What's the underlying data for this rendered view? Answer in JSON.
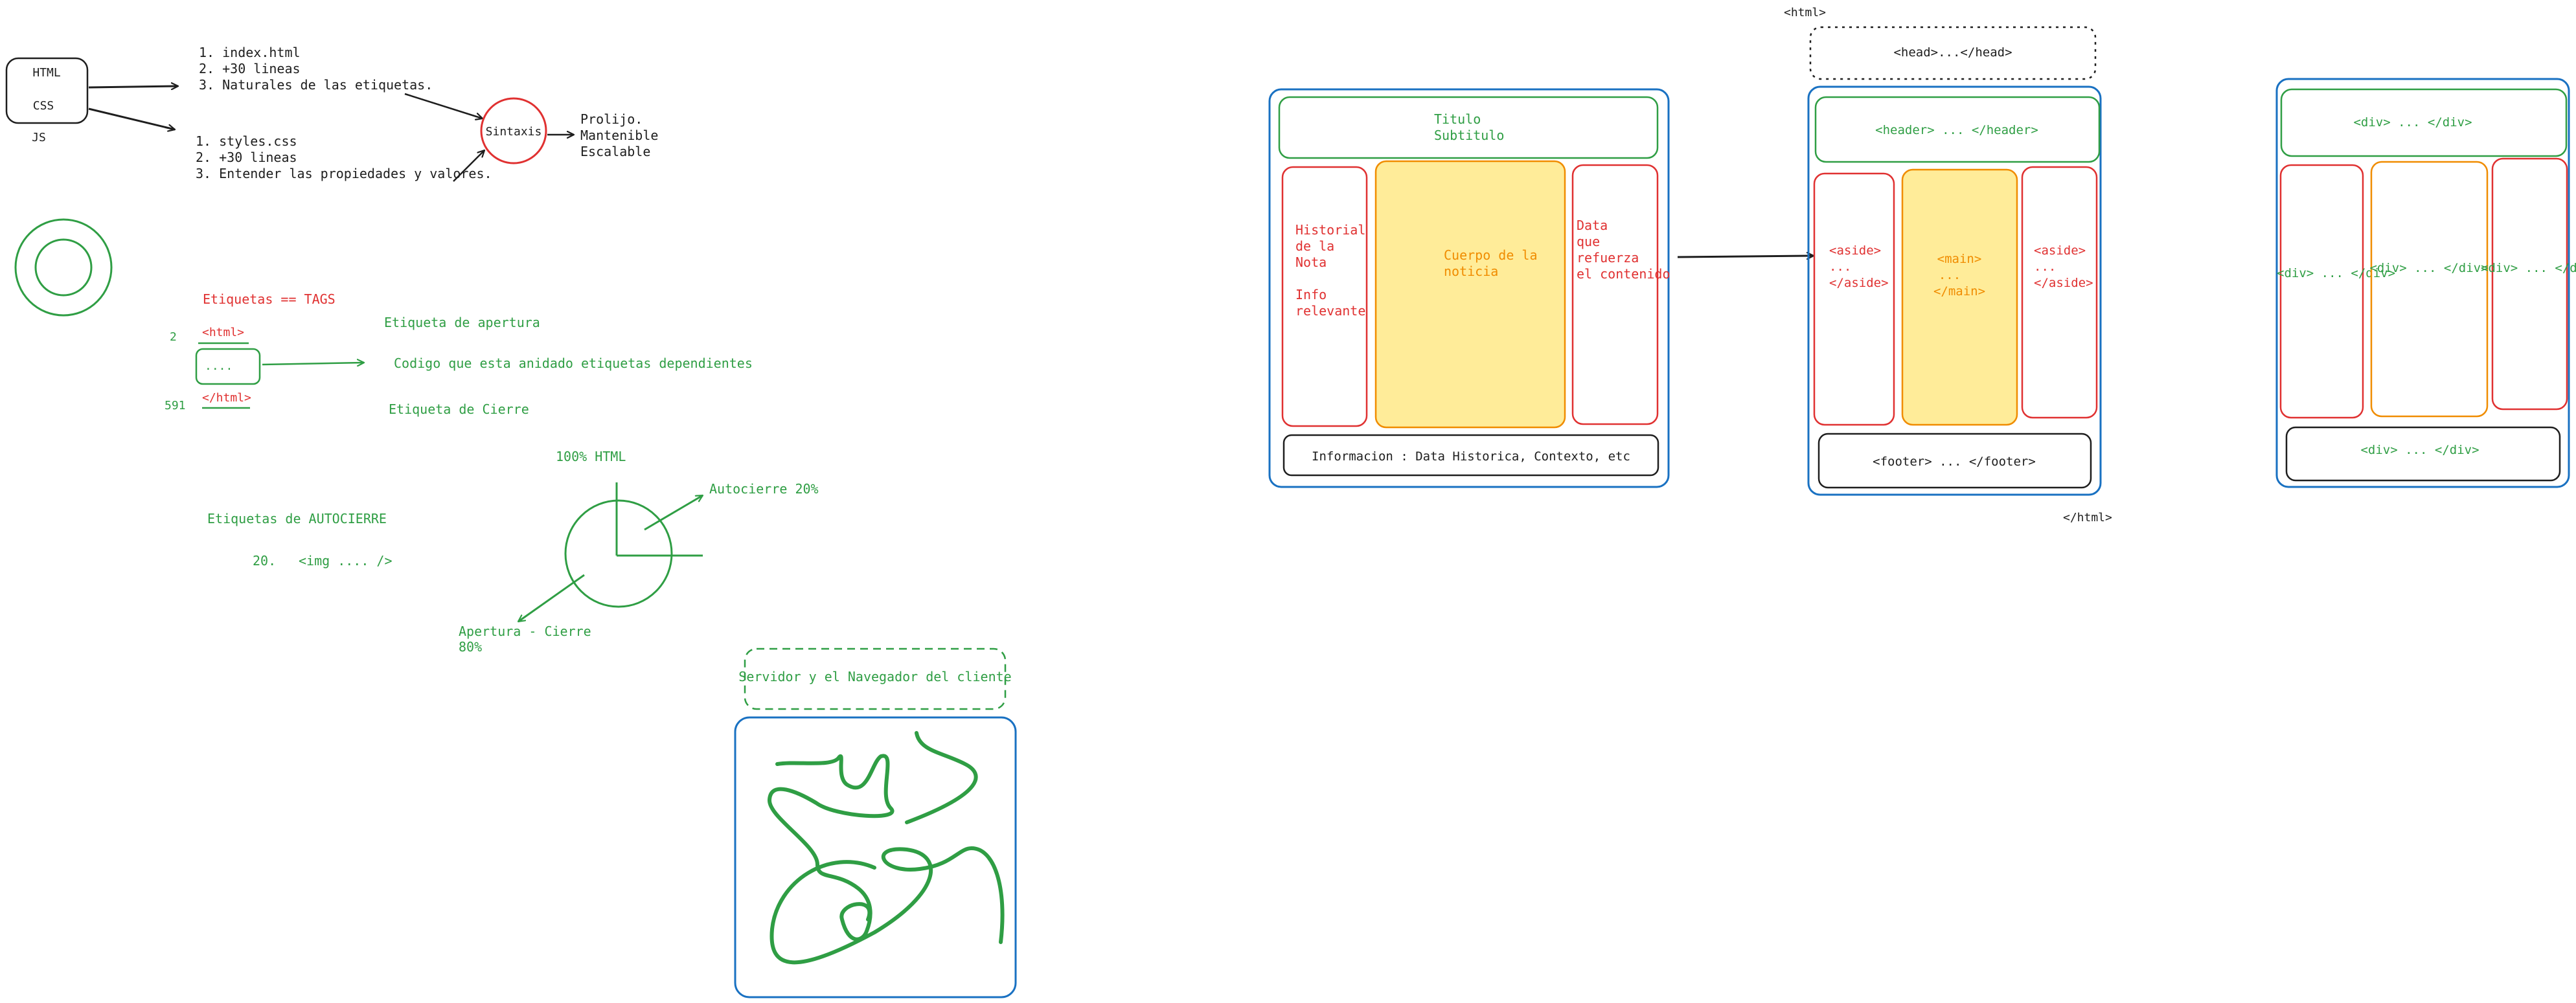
{
  "colors": {
    "ink": "#1e1e1e",
    "green": "#2f9e44",
    "red": "#e03131",
    "orange": "#f08c00",
    "blue": "#1971c2",
    "yellow_fill": "#ffec99"
  },
  "intro": {
    "stack_html": "HTML",
    "stack_css": "CSS",
    "stack_js": "JS",
    "html_notes": [
      "1. index.html",
      "2. +30 lineas",
      "3. Naturales de las etiquetas."
    ],
    "css_notes": [
      "1. styles.css",
      "2. +30 lineas",
      "3. Entender las propiedades y valores."
    ],
    "sintaxis": "Sintaxis",
    "result": [
      "Prolijo.",
      "Mantenible",
      "Escalable"
    ]
  },
  "tags": {
    "title": "Etiquetas == TAGS",
    "open_tag": "<html>",
    "body_dots": "....",
    "close_tag": "</html>",
    "line_open": "2",
    "line_close": "591",
    "label_open": "Etiqueta de apertura",
    "label_nested": "Codigo que esta anidado etiquetas dependientes",
    "label_close": "Etiqueta de Cierre"
  },
  "autocierre": {
    "title": "Etiquetas de AUTOCIERRE",
    "num": "20.",
    "example": "<img .... />"
  },
  "pie": {
    "total": "100% HTML",
    "auto": "Autocierre 20%",
    "apertura": [
      "Apertura - Cierre",
      "80%"
    ]
  },
  "server": {
    "label": "Servidor y el Navegador del cliente"
  },
  "layout1": {
    "header": [
      "Titulo",
      "Subtitulo"
    ],
    "left": [
      "Historial",
      "de la",
      "Nota",
      "",
      "Info",
      "relevante"
    ],
    "main": [
      "Cuerpo de la",
      "noticia"
    ],
    "right": [
      "Data",
      "que",
      "refuerza",
      "el contenido"
    ],
    "footer": "Informacion : Data Historica, Contexto, etc"
  },
  "layout2": {
    "html_open": "<html>",
    "head": "<head>...</head>",
    "header": "<header> ... </header>",
    "aside_left": [
      "<aside>",
      "...",
      "</aside>"
    ],
    "main": [
      "<main>",
      "...",
      "</main>"
    ],
    "aside_right": [
      "<aside>",
      "...",
      "</aside>"
    ],
    "footer": "<footer> ... </footer>",
    "html_close": "</html>"
  },
  "layout3": {
    "top": "<div> ... </div>",
    "left": "<div> ... </div>",
    "center": "<div> ... </div>",
    "right": "<div> ... </div>",
    "bottom": "<div> ... </div>"
  }
}
